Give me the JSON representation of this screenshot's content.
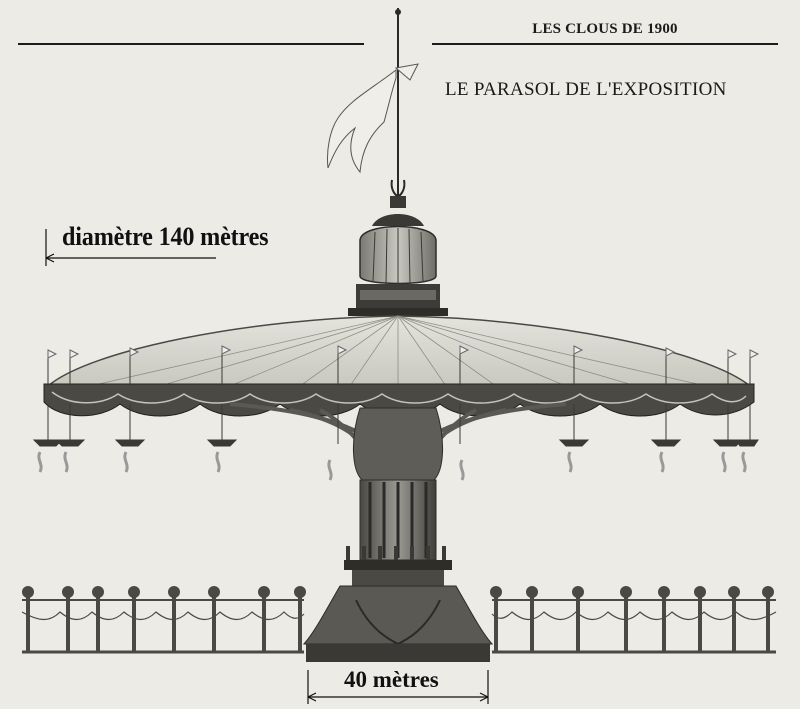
{
  "header": {
    "title": "LES CLOUS DE 1900",
    "subtitle": "LE PARASOL DE L'EXPOSITION"
  },
  "dimensions": {
    "diameter_label": "diamètre 140 mètres",
    "base_label": "40 mètres"
  },
  "colors": {
    "paper": "#ecebe6",
    "ink": "#1a1a1a",
    "canopy": "#dcdbd3",
    "metal": "#3d3c38"
  }
}
